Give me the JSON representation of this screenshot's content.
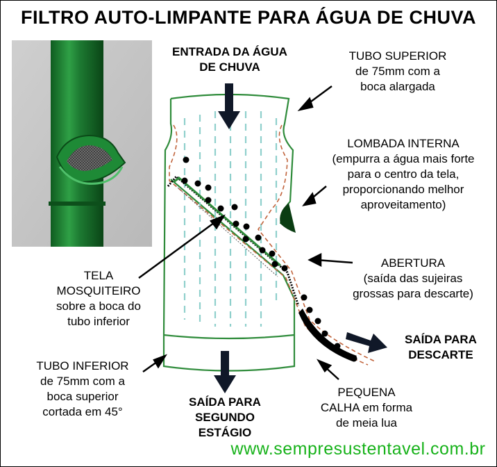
{
  "title": "FILTRO AUTO-LIMPANTE PARA ÁGUA DE CHUVA",
  "labels": {
    "entrada": "ENTRADA DA ÁGUA\nDE CHUVA",
    "tubo_superior": "TUBO SUPERIOR\nde 75mm com a\nboca alargada",
    "lombada": "LOMBADA INTERNA\n(empurra a água mais forte\npara o centro da tela,\nproporcionando melhor\naproveitamento)",
    "abertura": "ABERTURA\n(saída das sujeiras\ngrossas para descarte)",
    "tela": "TELA\nMOSQUITEIRO\nsobre a boca do\ntubo inferior",
    "tubo_inferior": "TUBO INFERIOR\nde 75mm com a\nboca superior\ncortada em 45°",
    "saida_descarte": "SAÍDA PARA\nDESCARTE",
    "saida_segundo": "SAÍDA PARA\nSEGUNDO\nESTÁGIO",
    "pequena_calha": "PEQUENA\nCALHA em forma\nde meia lua"
  },
  "website": "www.sempresustentavel.com.br",
  "colors": {
    "pipe_green": "#2e8b3a",
    "water_dash": "#8fd0cc",
    "dirty_dash": "#c0623a",
    "site_green": "#17b21a"
  }
}
